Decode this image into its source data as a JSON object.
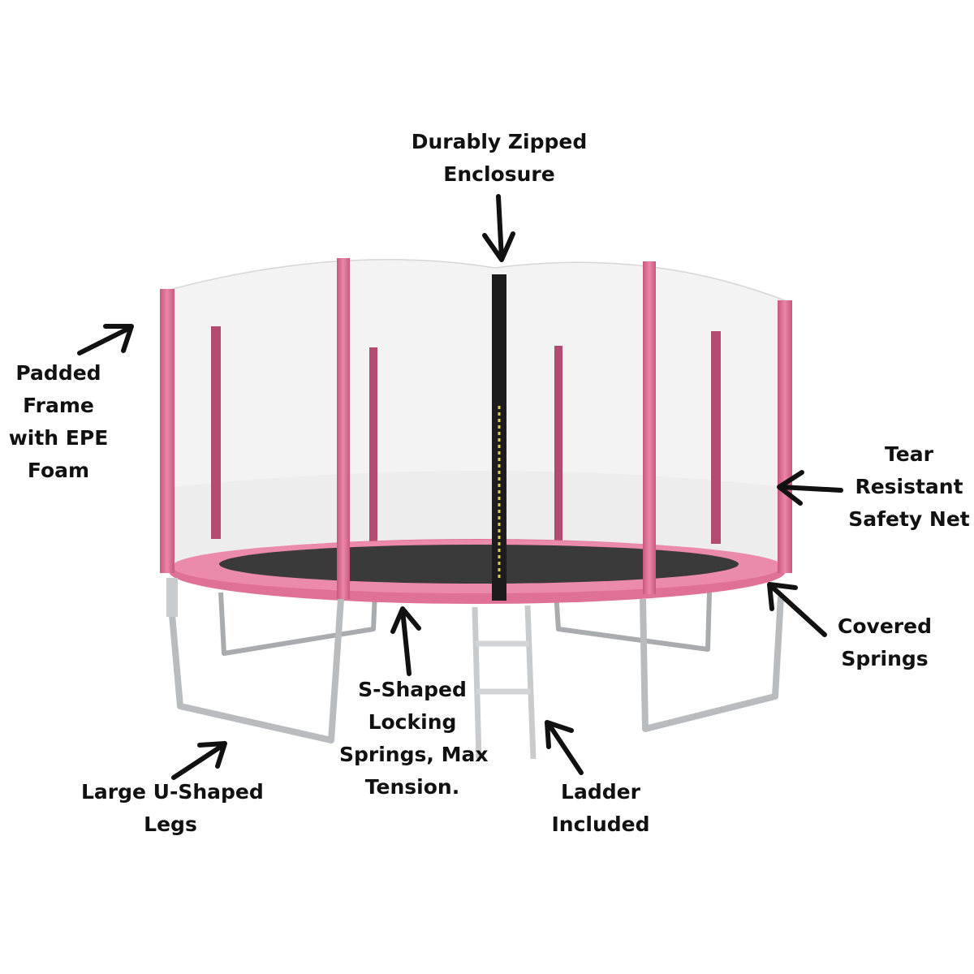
{
  "callouts": {
    "enclosure": [
      "Durably Zipped",
      "Enclosure"
    ],
    "padded_frame": [
      "Padded",
      "Frame",
      "with EPE",
      "Foam"
    ],
    "safety_net": [
      "Tear",
      "Resistant",
      "Safety Net"
    ],
    "covered_springs": [
      "Covered",
      "Springs"
    ],
    "locking_springs": [
      "S-Shaped",
      "Locking",
      "Springs, Max",
      "Tension."
    ],
    "legs": [
      "Large U-Shaped",
      "Legs"
    ],
    "ladder": [
      "Ladder",
      "Included"
    ]
  },
  "colors": {
    "pad_pink": "#e2769a",
    "pad_pink_dark": "#c9577f",
    "net": "#f2f2f2",
    "mat": "#3a3a3a",
    "steel": "#b9bcbf",
    "arrow": "#111111",
    "zipper": "#1c1c1c",
    "zipper_teeth": "#e6c84a"
  }
}
